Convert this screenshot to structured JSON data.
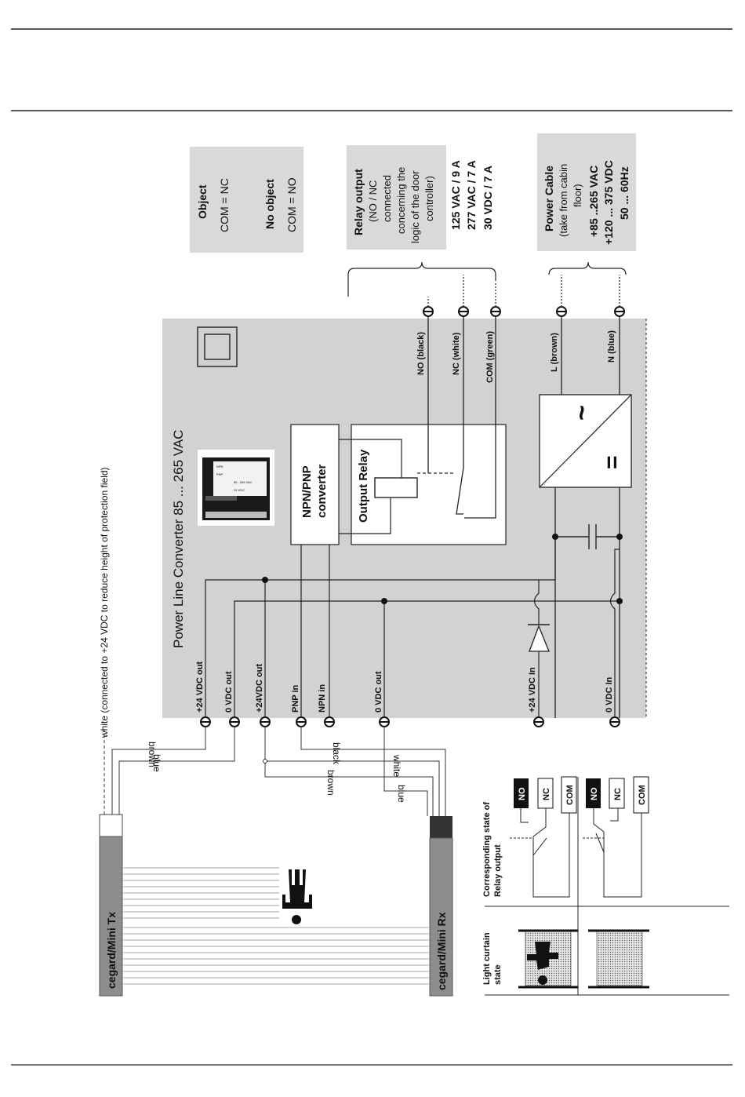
{
  "legend_box": {
    "object_title": "Object",
    "object_value": "COM = NC",
    "noobject_title": "No object",
    "noobject_value": "COM = NO"
  },
  "relay_box": {
    "title": "Relay output",
    "lines": [
      "(NO / NC",
      "connected",
      "concerning the",
      "logic of the door",
      "controller)"
    ],
    "ratings": [
      "125 VAC / 9 A",
      "277 VAC / 7 A",
      "30 VDC / 7 A"
    ]
  },
  "power_box": {
    "title": "Power Cable",
    "lines": [
      "(take from cabin",
      "floor)"
    ],
    "ratings": [
      "+85 ..265 VAC",
      "+120 ... 375 VDC",
      "50 ... 60Hz"
    ]
  },
  "converter": {
    "title": "Power Line Converter 85 ... 265 VAC",
    "npn_pnp": [
      "NPN/PNP",
      "converter"
    ],
    "output_relay": "Output Relay",
    "photo_text": {
      "r1": "NPN",
      "r2": "PNP",
      "r3": "85...265 VAC",
      "r4": "24 VDC"
    }
  },
  "terminals": {
    "plus24_out": "+24 VDC out",
    "zero_out_1": "0 VDC out",
    "plus24_out_2": "+24VDC out",
    "pnp_in": "PNP in",
    "npn_in": "NPN in",
    "zero_out_2": "0 VDC out",
    "plus24_in": "+24 VDC In",
    "zero_in": "0 VDC In",
    "no": "NO (black)",
    "nc": "NC (white)",
    "com": "COM (green)",
    "l": "L (brown)",
    "n": "N (blue)"
  },
  "wires": {
    "white_note": "white (connected to +24 VDC to reduce height of protection field)",
    "brown1": "brown",
    "blue1": "blue",
    "black": "black",
    "white": "white",
    "brown2": "brown",
    "blue2": "blue"
  },
  "devices": {
    "tx": "cegard/Mini Tx",
    "rx": "cegard/Mini Rx"
  },
  "state_table": {
    "col1": [
      "Light curtain",
      "state"
    ],
    "col2": [
      "Corresponding state of",
      "Relay output"
    ],
    "no": "NO",
    "nc": "NC",
    "com": "COM"
  },
  "psu_symbols": {
    "ac": "~",
    "dc": "="
  }
}
